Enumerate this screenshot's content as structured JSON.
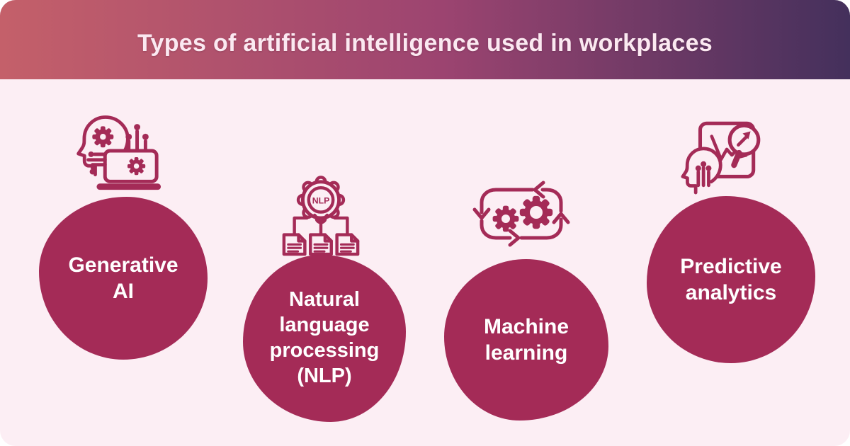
{
  "header": {
    "title": "Types of artificial intelligence used in workplaces"
  },
  "items": [
    {
      "id": "generative-ai",
      "label": "Generative\nAI",
      "icon": "head-gear-laptop-icon"
    },
    {
      "id": "nlp",
      "label": "Natural\nlanguage\nprocessing\n(NLP)",
      "icon": "nlp-gear-documents-icon",
      "icon_text": "NLP"
    },
    {
      "id": "machine-learning",
      "label": "Machine\nlearning",
      "icon": "gears-cycle-icon"
    },
    {
      "id": "predictive-analytics",
      "label": "Predictive\nanalytics",
      "icon": "head-magnifier-chart-icon"
    }
  ],
  "colors": {
    "accent": "#a42b57",
    "card_bg": "#fceef4",
    "grad_left": "#c4606a",
    "grad_mid": "#9c4470",
    "grad_right": "#44305c",
    "title_text": "#fbe9f1",
    "blob_text": "#ffffff"
  }
}
